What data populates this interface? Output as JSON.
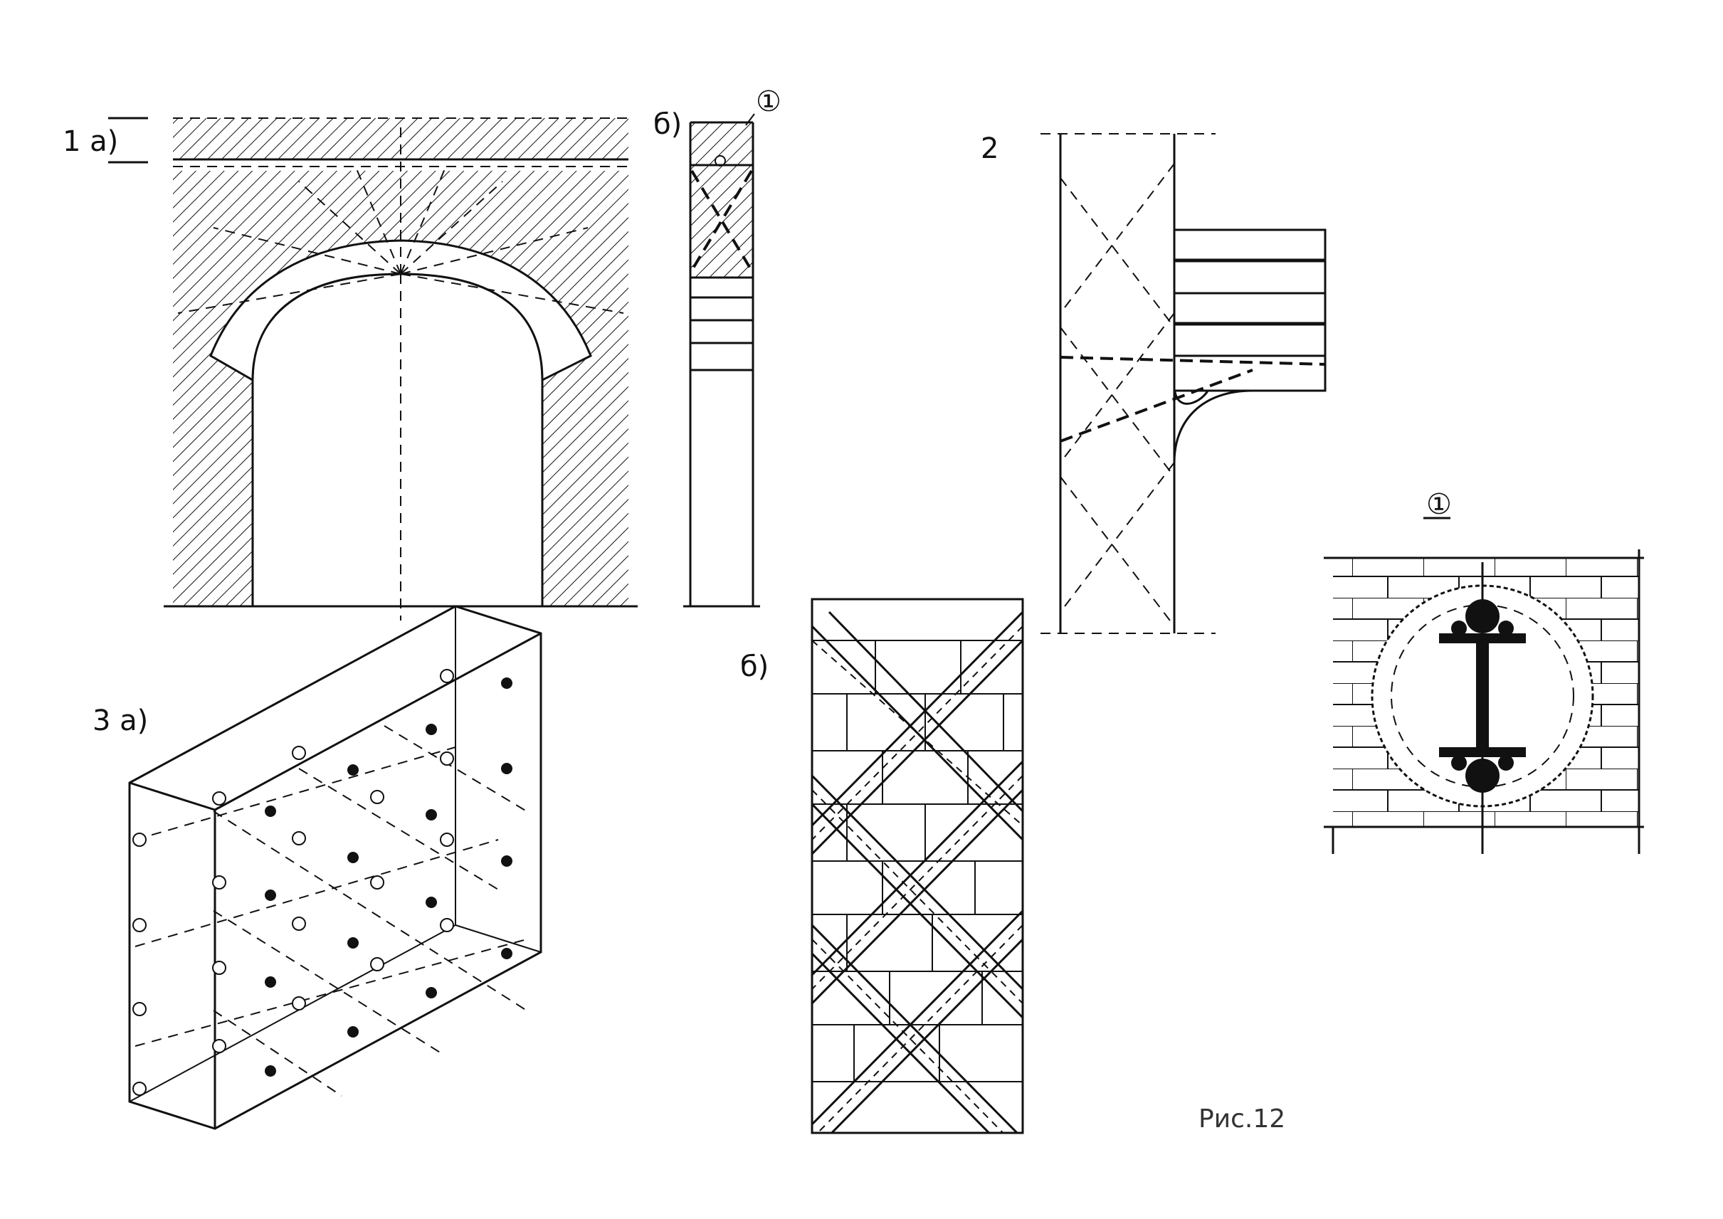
{
  "labels": {
    "fig1a": "1 а)",
    "fig1b": "б)",
    "callout_main": "①",
    "fig2": "2",
    "detail_callout": "①",
    "fig3a": "3 а)",
    "fig3b": "б)",
    "caption": "Рис.12"
  }
}
